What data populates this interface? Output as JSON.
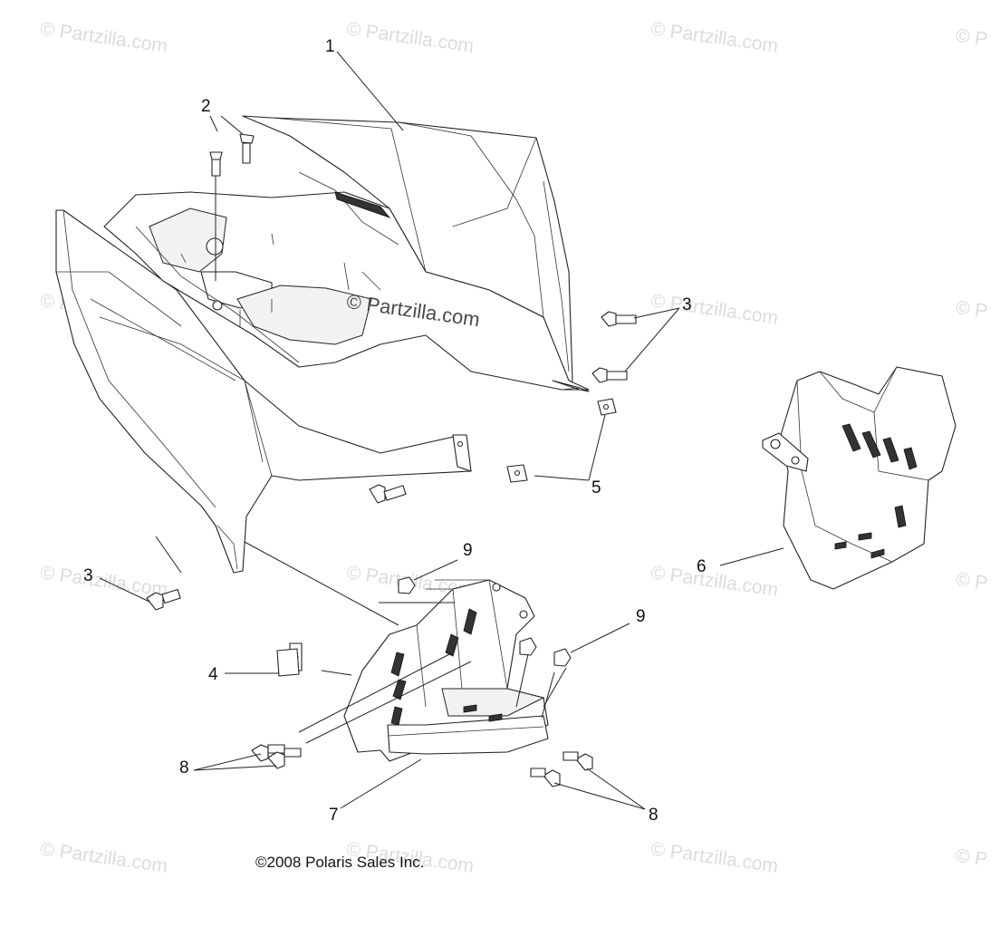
{
  "watermarks": [
    "© Partzilla.com",
    "© Partzilla.com",
    "© Partzilla.com",
    "© P",
    "© Partzilla.com",
    "© Partzilla.com",
    "© P",
    "© Partzilla.com",
    "© Partzilla.com",
    "© Partzilla.com",
    "© P",
    "© Partzilla.com",
    "© Partzilla.com",
    "© Partzilla.com",
    "© P"
  ],
  "center_watermark": "© Partzilla.com",
  "callouts": [
    {
      "id": "c1",
      "label": "1"
    },
    {
      "id": "c2",
      "label": "2"
    },
    {
      "id": "c3a",
      "label": "3"
    },
    {
      "id": "c3b",
      "label": "3"
    },
    {
      "id": "c4",
      "label": "4"
    },
    {
      "id": "c5",
      "label": "5"
    },
    {
      "id": "c6",
      "label": "6"
    },
    {
      "id": "c7",
      "label": "7"
    },
    {
      "id": "c8a",
      "label": "8"
    },
    {
      "id": "c8b",
      "label": "8"
    },
    {
      "id": "c9a",
      "label": "9"
    },
    {
      "id": "c9b",
      "label": "9"
    }
  ],
  "copyright": "©2008 Polaris Sales Inc.",
  "colors": {
    "line": "#222222",
    "watermark": "#dcdcdc",
    "background": "#ffffff"
  }
}
